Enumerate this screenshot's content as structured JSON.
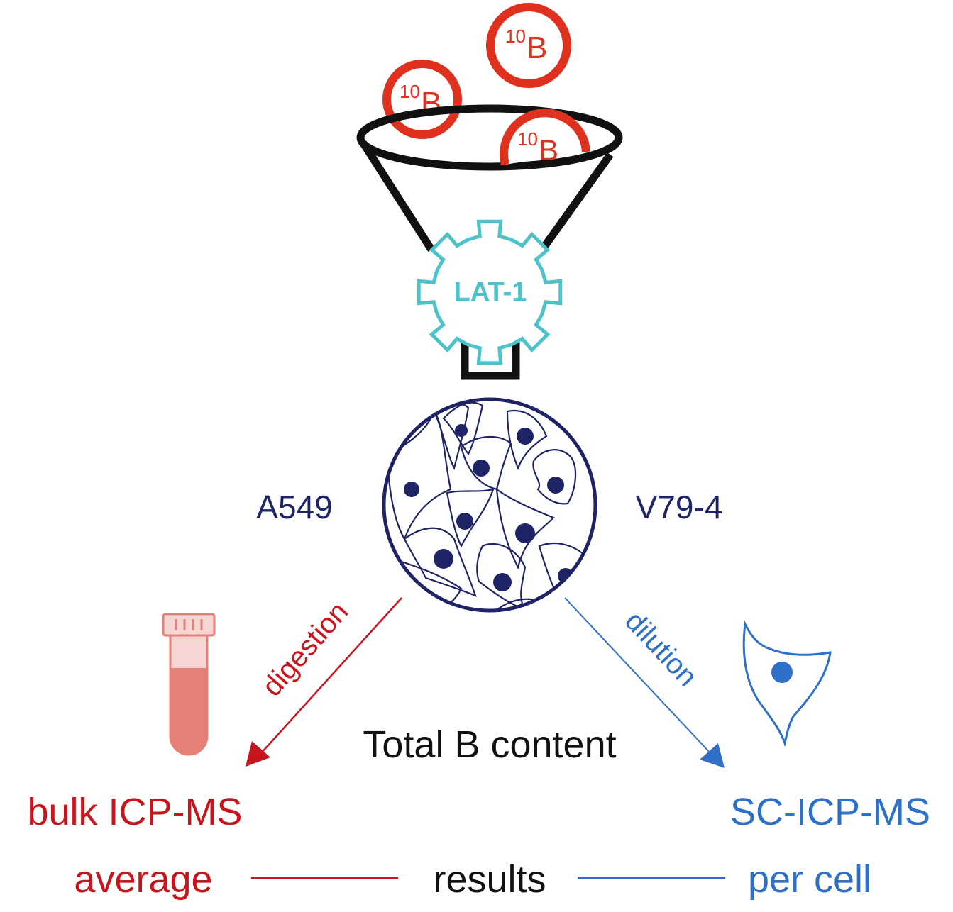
{
  "isotope": {
    "mass": "10",
    "symbol": "B"
  },
  "transporter": {
    "label": "LAT-1"
  },
  "cell_lines": {
    "left": "A549",
    "right": "V79-4"
  },
  "paths": {
    "left_step": "digestion",
    "right_step": "dilution",
    "center": "Total B content"
  },
  "methods": {
    "left": "bulk ICP-MS",
    "right": "SC-ICP-MS"
  },
  "results": {
    "left": "average",
    "center": "results",
    "right": "per cell"
  },
  "colors": {
    "red": "#c8141b",
    "boron_red": "#e0301e",
    "navy": "#1f2466",
    "teal": "#4cc3c8",
    "blue": "#2e6fc8",
    "tube_fill": "#e57f78",
    "tube_light": "#f6d6d3"
  }
}
